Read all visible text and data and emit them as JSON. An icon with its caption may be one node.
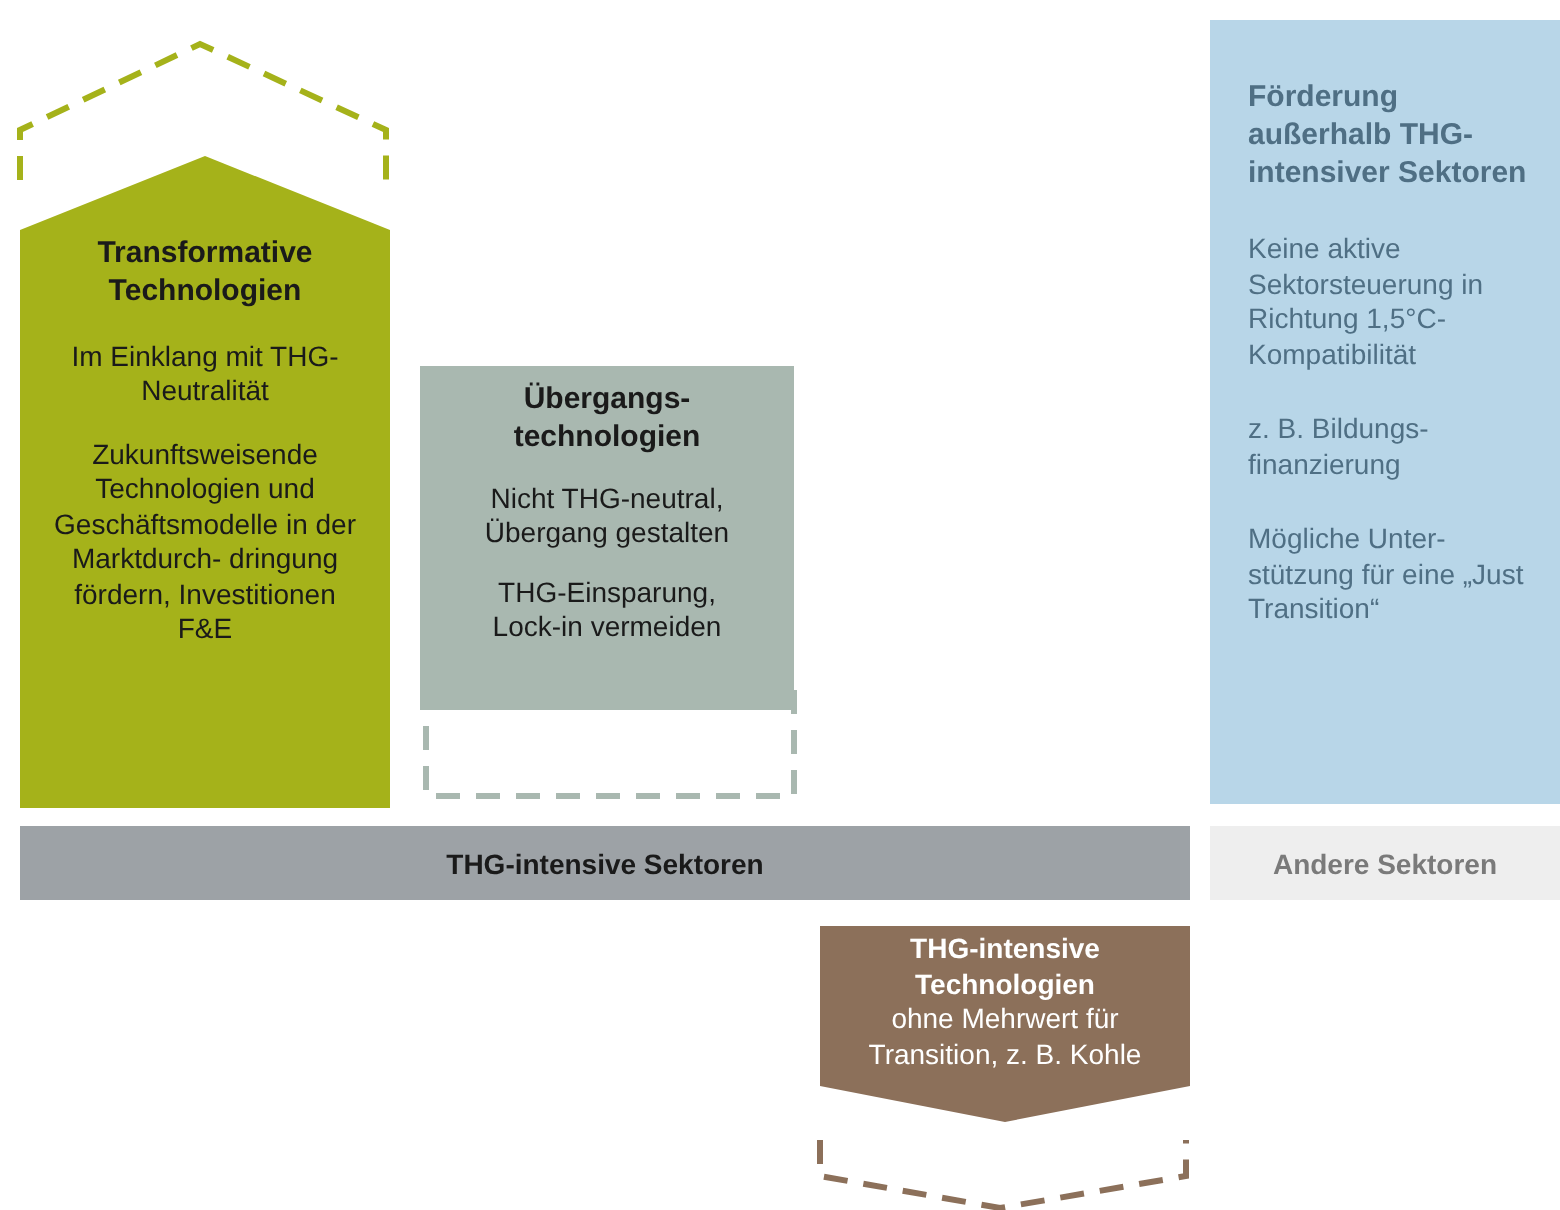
{
  "diagram": {
    "nodes": [
      {
        "text": [
          "Transformative Technologien",
          "Im Einklang mit THG-Neutralität",
          "Zukunftsweisende Technologien und Geschäftsmodelle in der Marktdurch- dringung fördern, Investitionen F&E"
        ]
      },
      {
        "text": [
          "Übergangs- technologien",
          "Nicht THG-neutral, Übergang gestalten",
          "THG-Einsparung, Lock-in vermeiden"
        ]
      },
      {
        "text": [
          "Förderung außerhalb THG-intensiver Sektoren",
          "Keine aktive Sektorsteuerung in Richtung 1,5°C-Kompatibilität",
          "z. B. Bildungs- finanzierung",
          "Mögliche Unter- stützung für eine „Just Transition“"
        ]
      },
      {
        "text": [
          "THG-intensive Sektoren"
        ]
      },
      {
        "text": [
          "Andere Sektoren"
        ]
      },
      {
        "text": [
          "THG-intensive Technologien",
          "ohne Mehrwert für Transition, z. B. Kohle"
        ]
      }
    ]
  }
}
